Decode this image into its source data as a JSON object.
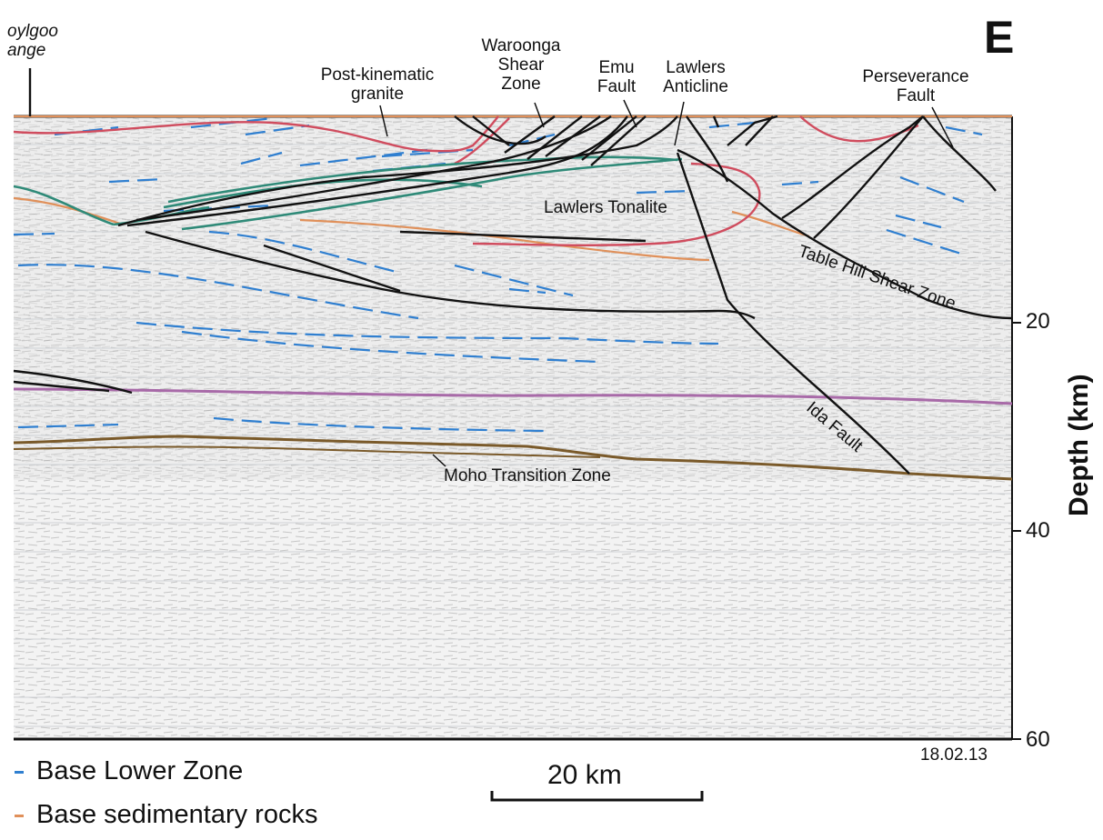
{
  "panel": {
    "letter": "E",
    "date": "18.02.13"
  },
  "labels": {
    "youlgoo_range": [
      "oylgoo",
      "ange"
    ],
    "post_kinematic_granite": [
      "Post-kinematic",
      "granite"
    ],
    "waroonga_shear_zone": [
      "Waroonga",
      "Shear",
      "Zone"
    ],
    "emu_fault": [
      "Emu",
      "Fault"
    ],
    "lawlers_anticline": [
      "Lawlers",
      "Anticline"
    ],
    "perseverance_fault": [
      "Perseverance",
      "Fault"
    ],
    "lawlers_tonalite": "Lawlers Tonalite",
    "table_hill_shear_zone": "Table Hill Shear Zone",
    "ida_fault": "Ida Fault",
    "moho_transition_zone": "Moho Transition Zone"
  },
  "depth_axis": {
    "title": "Depth (km)",
    "ticks": [
      "20",
      "40",
      "60"
    ]
  },
  "legend": [
    {
      "label": "Base Lower Zone",
      "color": "#2f7fd0"
    },
    {
      "label": "Base sedimentary rocks",
      "color": "#e0905a"
    }
  ],
  "scale_bar": {
    "label": "20 km"
  },
  "colors": {
    "fault": "#111111",
    "base_lower_zone": "#2f7fd0",
    "base_sedimentary": "#e0905a",
    "granite_outline": "#d04c5e",
    "greenstone": "#2f8a78",
    "magenta_reflector": "#a86aa8",
    "moho": "#7a5a2a"
  }
}
